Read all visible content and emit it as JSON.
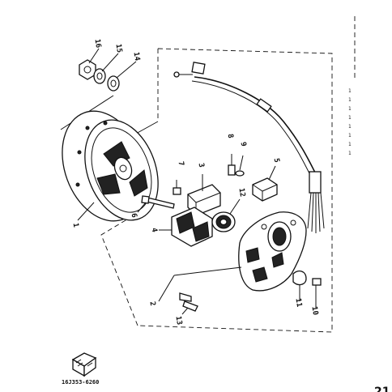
{
  "parts": [
    {
      "id": "1",
      "label": "1"
    },
    {
      "id": "2",
      "label": "2"
    },
    {
      "id": "3",
      "label": "3"
    },
    {
      "id": "4",
      "label": "4"
    },
    {
      "id": "5",
      "label": "5"
    },
    {
      "id": "6",
      "label": "6"
    },
    {
      "id": "7",
      "label": "7"
    },
    {
      "id": "8",
      "label": "8"
    },
    {
      "id": "9",
      "label": "9"
    },
    {
      "id": "10",
      "label": "10"
    },
    {
      "id": "11",
      "label": "11"
    },
    {
      "id": "12",
      "label": "12"
    },
    {
      "id": "13",
      "label": "13"
    },
    {
      "id": "14",
      "label": "14"
    },
    {
      "id": "15",
      "label": "15"
    },
    {
      "id": "16",
      "label": "16"
    }
  ],
  "diagram_code": "16J353-6260",
  "page_number_fragment": "21",
  "edge_numbers": [
    "1",
    "1",
    "1",
    "1",
    "1",
    "1",
    "1",
    "1"
  ]
}
